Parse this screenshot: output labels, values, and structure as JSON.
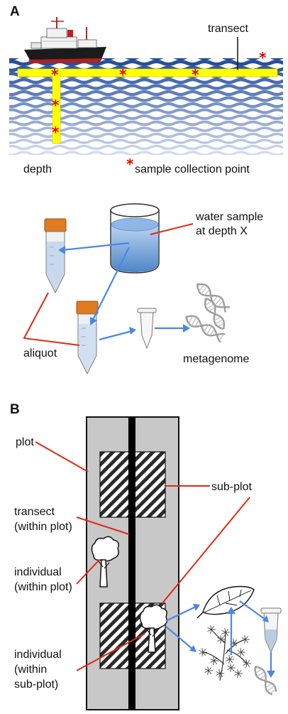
{
  "panel_a": {
    "label": "A",
    "transect_label": "transect",
    "depth_label": "depth",
    "legend_star": "*",
    "legend_text": "sample collection point",
    "water_sample_line1": "water sample",
    "water_sample_line2": "at depth X",
    "aliquot_label": "aliquot",
    "metagenome_label": "metagenome",
    "star_glyph": "*",
    "colors": {
      "transect": "#ffff00",
      "marker": "#e60000",
      "callout": "#e02a12",
      "arrow": "#4a86e8"
    }
  },
  "panel_b": {
    "label": "B",
    "plot_label": "plot",
    "subplot_label": "sub-plot",
    "transect_line1": "transect",
    "transect_line2": "(within plot)",
    "individual_plot_line1": "individual",
    "individual_plot_line2": "(within plot)",
    "individual_sub_line1": "individual",
    "individual_sub_line2": "(within",
    "individual_sub_line3": "sub-plot)",
    "colors": {
      "plot_fill": "#c8c8c8",
      "transect": "#000000"
    }
  }
}
